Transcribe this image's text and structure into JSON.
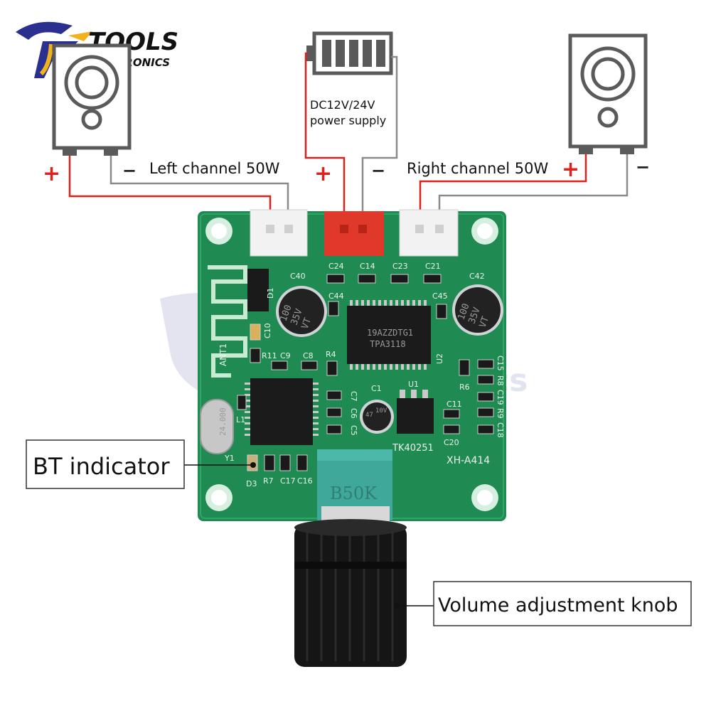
{
  "logo": {
    "line1": "TOOLS",
    "line2": "ELECTRONICS"
  },
  "labels": {
    "power_line1": "DC12V/24V",
    "power_line2": "power supply",
    "left_channel": "Left channel 50W",
    "right_channel": "Right channel 50W",
    "bt_indicator": "BT indicator",
    "volume_knob": "Volume adjustment knob"
  },
  "polarity": {
    "plus": "+",
    "minus": "−"
  },
  "pcb": {
    "model": "XH-A414",
    "amp_chip_line1": "19AZZDTG1",
    "amp_chip_line2": "TPA3118",
    "pot_label": "B50K",
    "antenna": "ANT1",
    "crystal": "24.000",
    "cap_large_line1": "100",
    "cap_large_line2": "35V",
    "cap_large_line3": "VT",
    "cap_small_line1": "47",
    "cap_small_line2": "10V",
    "reg": "TK40251",
    "silk": [
      "C24",
      "C14",
      "C23",
      "C21",
      "C40",
      "C42",
      "C44",
      "C45",
      "C10",
      "R11",
      "C9",
      "C8",
      "R4",
      "D1",
      "U2",
      "C1",
      "U1",
      "L1",
      "Y1",
      "D3",
      "R7",
      "C17",
      "C16",
      "C11",
      "C20",
      "R6",
      "C15",
      "R8",
      "C19",
      "R9",
      "C18",
      "C7",
      "C6",
      "C5"
    ]
  },
  "colors": {
    "pcb": "#1f8a52",
    "wire_red": "#e0201a",
    "wire_gray": "#8a8a8a",
    "plus": "#e0201a",
    "logo_blue": "#2b2f8f",
    "logo_yellow": "#f2b21b"
  }
}
